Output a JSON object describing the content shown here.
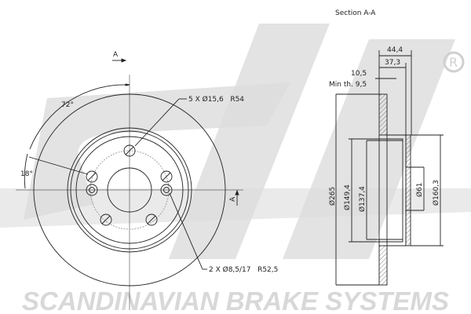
{
  "brand": {
    "watermark_text": "SCANDINAVIAN BRAKE SYSTEMS",
    "logo": "sbs",
    "registered": "®",
    "watermark_color": "#d9d9d9"
  },
  "front_view": {
    "section_marker": "A",
    "angle_72": "72°",
    "angle_18": "18°",
    "bolt_holes_label": "5 X Ø15,6   R54",
    "pin_holes_label": "2 X Ø8,5/17   R52,5"
  },
  "section_view": {
    "title": "Section A-A",
    "dim_44_4": "44,4",
    "dim_37_3": "37,3",
    "dim_10_5": "10,5",
    "min_thickness": "Min th. 9,5",
    "dia_265": "Ø265",
    "dia_149_4": "Ø149,4",
    "dia_137_4": "Ø137,4",
    "dia_61": "Ø61",
    "dia_160_3": "Ø160,3"
  }
}
